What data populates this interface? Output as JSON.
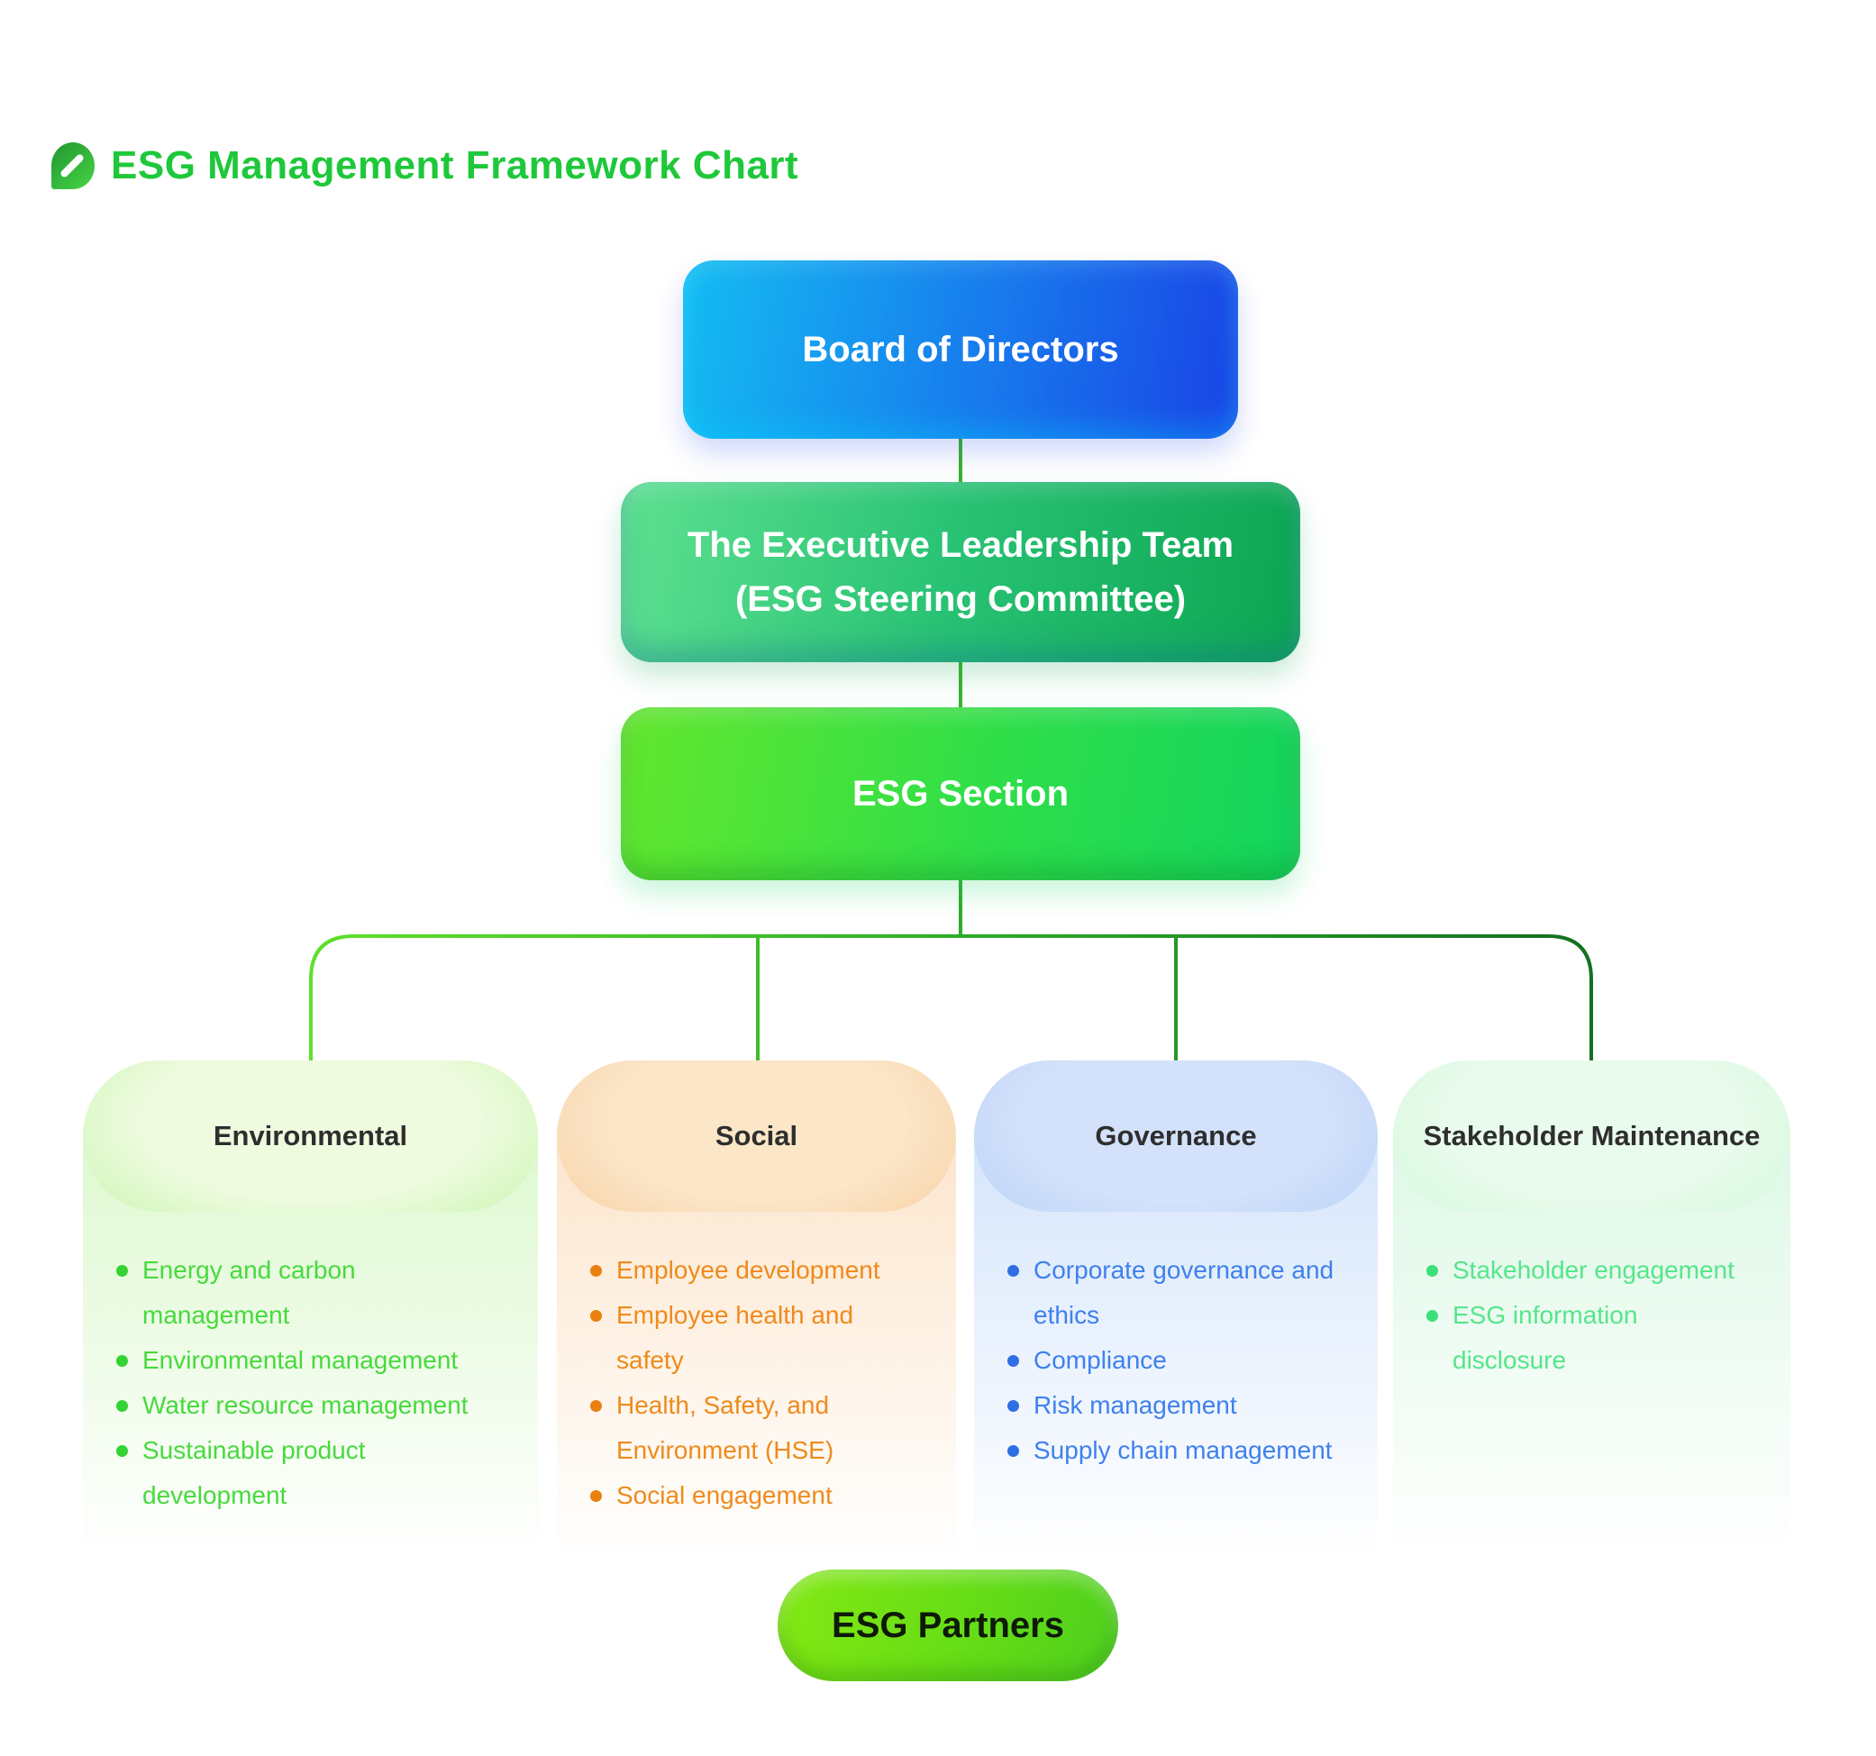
{
  "title": {
    "text": "ESG Management Framework Chart",
    "color": "#1ec83a",
    "icon": "leaf-icon"
  },
  "nodes": {
    "board": {
      "label": "Board of Directors",
      "gradient": [
        "#14bdf2",
        "#1a43e6"
      ]
    },
    "executive": {
      "line1": "The Executive Leadership Team",
      "line2": "(ESG Steering Committee)",
      "gradient": [
        "#5ee191",
        "#0ca552"
      ]
    },
    "esg_section": {
      "label": "ESG Section",
      "gradient": [
        "#63e72d",
        "#12d45e"
      ]
    },
    "partners": {
      "label": "ESG Partners",
      "gradient": [
        "#83e913",
        "#4fd01e"
      ]
    }
  },
  "columns": [
    {
      "header": "Environmental",
      "accent": "#47da3d",
      "items": [
        "Energy and carbon management",
        "Environmental management",
        "Water resource management",
        "Sustainable product development"
      ]
    },
    {
      "header": "Social",
      "accent": "#ef8a1c",
      "items": [
        "Employee development",
        "Employee health and safety",
        "Health, Safety, and Environment (HSE)",
        "Social engagement"
      ]
    },
    {
      "header": "Governance",
      "accent": "#3f80ee",
      "items": [
        "Corporate governance and ethics",
        "Compliance",
        "Risk management",
        "Supply chain management"
      ]
    },
    {
      "header": "Stakeholder Maintenance",
      "accent": "#55e689",
      "items": [
        "Stakeholder engagement",
        "ESG information disclosure"
      ]
    }
  ],
  "connector_color_start": "#5fe02a",
  "connector_color_end": "#14701f"
}
